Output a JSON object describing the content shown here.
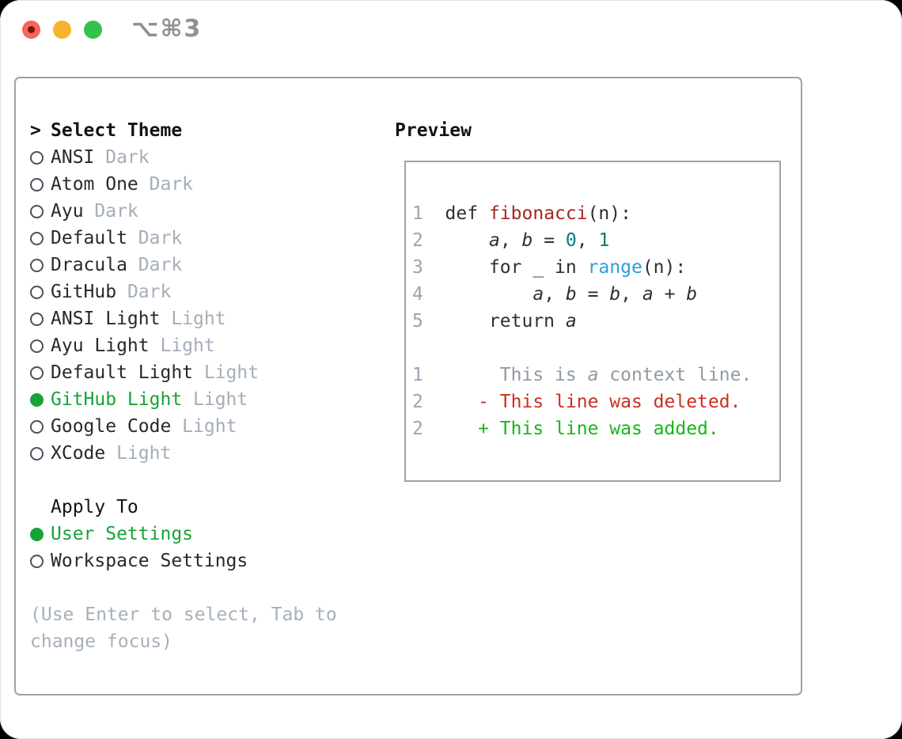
{
  "window": {
    "title": "⌥⌘3"
  },
  "traffic_lights": [
    {
      "name": "close",
      "color": "#f5655b",
      "dot": "#7a1408"
    },
    {
      "name": "minimize",
      "color": "#f7b42c"
    },
    {
      "name": "zoom",
      "color": "#33c24b"
    }
  ],
  "theme_list": {
    "header": {
      "marker": ">",
      "label": "Select Theme"
    },
    "items": [
      {
        "name": "ANSI",
        "variant": "Dark",
        "selected": false
      },
      {
        "name": "Atom One",
        "variant": "Dark",
        "selected": false
      },
      {
        "name": "Ayu",
        "variant": "Dark",
        "selected": false
      },
      {
        "name": "Default",
        "variant": "Dark",
        "selected": false
      },
      {
        "name": "Dracula",
        "variant": "Dark",
        "selected": false
      },
      {
        "name": "GitHub",
        "variant": "Dark",
        "selected": false
      },
      {
        "name": "ANSI Light",
        "variant": "Light",
        "selected": false
      },
      {
        "name": "Ayu Light",
        "variant": "Light",
        "selected": false
      },
      {
        "name": "Default Light",
        "variant": "Light",
        "selected": false
      },
      {
        "name": "GitHub Light",
        "variant": "Light",
        "selected": true
      },
      {
        "name": "Google Code",
        "variant": "Light",
        "selected": false
      },
      {
        "name": "XCode",
        "variant": "Light",
        "selected": false
      }
    ]
  },
  "apply_to": {
    "label": "Apply To",
    "options": [
      {
        "label": "User Settings",
        "selected": true
      },
      {
        "label": "Workspace Settings",
        "selected": false
      }
    ]
  },
  "hint": "(Use Enter to select, Tab to change focus)",
  "preview": {
    "label": "Preview",
    "lines": [
      {
        "num": "1",
        "segments": [
          {
            "t": "  def ",
            "c": "fg"
          },
          {
            "t": "fibonacci",
            "c": "fn"
          },
          {
            "t": "(n):",
            "c": "fg"
          }
        ]
      },
      {
        "num": "2",
        "segments": [
          {
            "t": "      ",
            "c": "fg"
          },
          {
            "t": "a",
            "c": "var"
          },
          {
            "t": ", ",
            "c": "fg"
          },
          {
            "t": "b",
            "c": "var"
          },
          {
            "t": " = ",
            "c": "fg"
          },
          {
            "t": "0",
            "c": "lit"
          },
          {
            "t": ", ",
            "c": "fg"
          },
          {
            "t": "1",
            "c": "lit"
          }
        ]
      },
      {
        "num": "3",
        "segments": [
          {
            "t": "      for _ in ",
            "c": "fg"
          },
          {
            "t": "range",
            "c": "call"
          },
          {
            "t": "(n):",
            "c": "fg"
          }
        ]
      },
      {
        "num": "4",
        "segments": [
          {
            "t": "          ",
            "c": "fg"
          },
          {
            "t": "a",
            "c": "var"
          },
          {
            "t": ", ",
            "c": "fg"
          },
          {
            "t": "b",
            "c": "var"
          },
          {
            "t": " = ",
            "c": "fg"
          },
          {
            "t": "b",
            "c": "var"
          },
          {
            "t": ", ",
            "c": "fg"
          },
          {
            "t": "a",
            "c": "var"
          },
          {
            "t": " + ",
            "c": "fg"
          },
          {
            "t": "b",
            "c": "var"
          }
        ]
      },
      {
        "num": "5",
        "segments": [
          {
            "t": "      return ",
            "c": "fg"
          },
          {
            "t": "a",
            "c": "var"
          }
        ]
      },
      {
        "num": "",
        "segments": []
      },
      {
        "num": "1",
        "segments": [
          {
            "t": "       This is ",
            "c": "ctx"
          },
          {
            "t": "a",
            "c": "ctxv"
          },
          {
            "t": " context line.",
            "c": "ctx"
          }
        ]
      },
      {
        "num": "2",
        "segments": [
          {
            "t": "     - This line was deleted.",
            "c": "del"
          }
        ]
      },
      {
        "num": "2",
        "segments": [
          {
            "t": "     + This line was added.",
            "c": "add"
          }
        ]
      }
    ]
  },
  "colors": {
    "accent-green": "#17a338",
    "added-green": "#13b913",
    "deleted-red": "#cc2f1e",
    "function-red": "#a7271f",
    "literal-teal": "#0b7a74",
    "call-blue": "#2d9fd9",
    "code-fg": "#2b3036",
    "text-dark": "#24292f",
    "muted": "#a4aeb9",
    "lineno": "#9aa5b1",
    "context-gray": "#909aa3",
    "hint-gray": "#a6b0ba",
    "border-gray": "#9aa3ad",
    "title-gray": "#8f9094"
  }
}
